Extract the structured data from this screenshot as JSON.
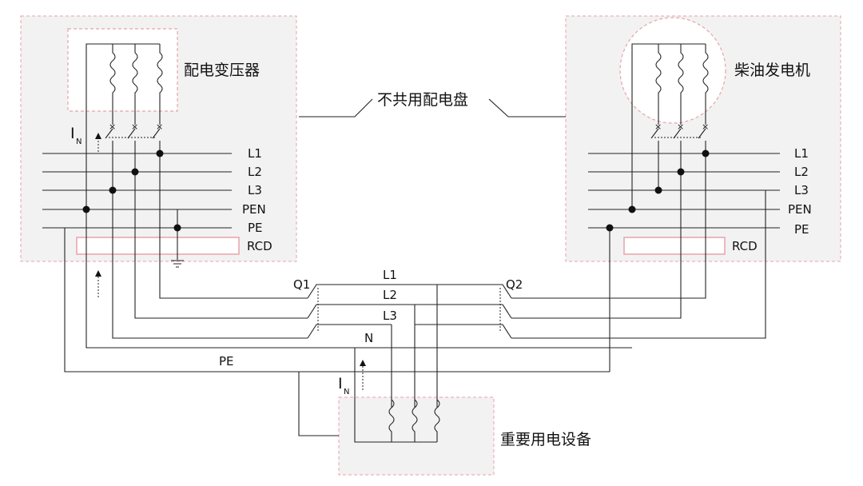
{
  "titles": {
    "transformer": "配电变压器",
    "generator": "柴油发电机",
    "not_shared_panel": "不共用配电盘",
    "equipment": "重要用电设备"
  },
  "bus_labels": {
    "l1": "L1",
    "l2": "L2",
    "l3": "L3",
    "pen": "PEN",
    "pe": "PE",
    "rcd": "RCD"
  },
  "transfer_labels": {
    "q1": "Q1",
    "q2": "Q2",
    "l1": "L1",
    "l2": "L2",
    "l3": "L3",
    "n": "N",
    "pe": "PE"
  },
  "current": {
    "i": "I",
    "sub": "N"
  }
}
